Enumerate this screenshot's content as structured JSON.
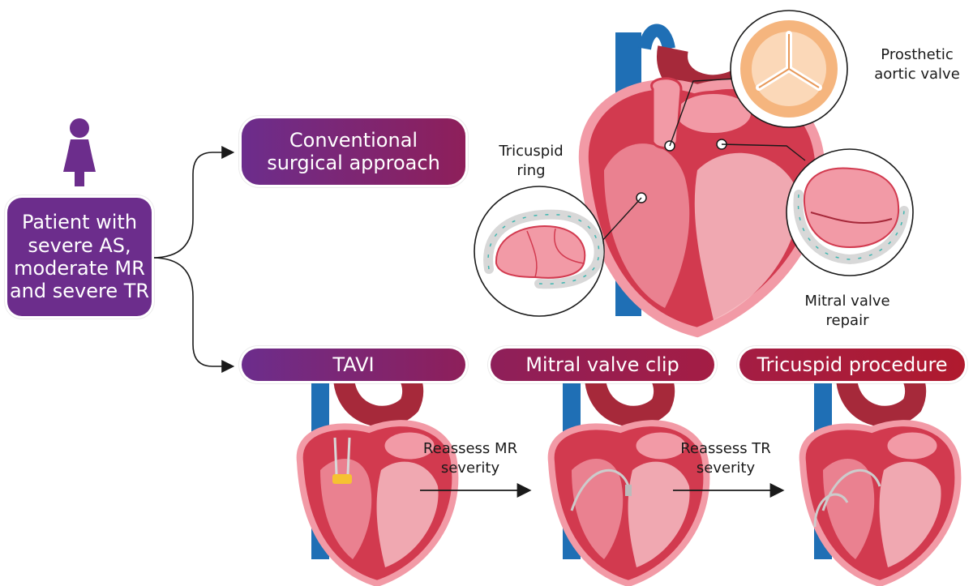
{
  "patient_box": {
    "text": "Patient with\nsevere AS,\nmoderate MR\nand severe TR"
  },
  "surgical_box": {
    "text": "Conventional\nsurgical approach"
  },
  "steps": [
    {
      "label": "TAVI"
    },
    {
      "label": "Mitral valve clip"
    },
    {
      "label": "Tricuspid procedure"
    }
  ],
  "annotations": {
    "prosthetic_aortic_valve": "Prosthetic\naortic valve",
    "tricuspid_ring": "Tricuspid\nring",
    "mitral_valve_repair": "Mitral valve\nrepair"
  },
  "transitions": [
    {
      "label": "Reassess MR\nseverity"
    },
    {
      "label": "Reassess TR\nseverity"
    }
  ],
  "colors": {
    "purple": "#6c2d8c",
    "magenta": "#8e1f5a",
    "crimson": "#b01a2e",
    "heart_red": "#d23a4f",
    "heart_pink": "#f29aa6",
    "vessel_blue": "#1f6fb5",
    "prosthetic_orange": "#f5b57e",
    "suture_teal": "#3fb6b0"
  },
  "icons": {
    "person": "female-person-icon",
    "arrow": "arrow-right-icon"
  }
}
